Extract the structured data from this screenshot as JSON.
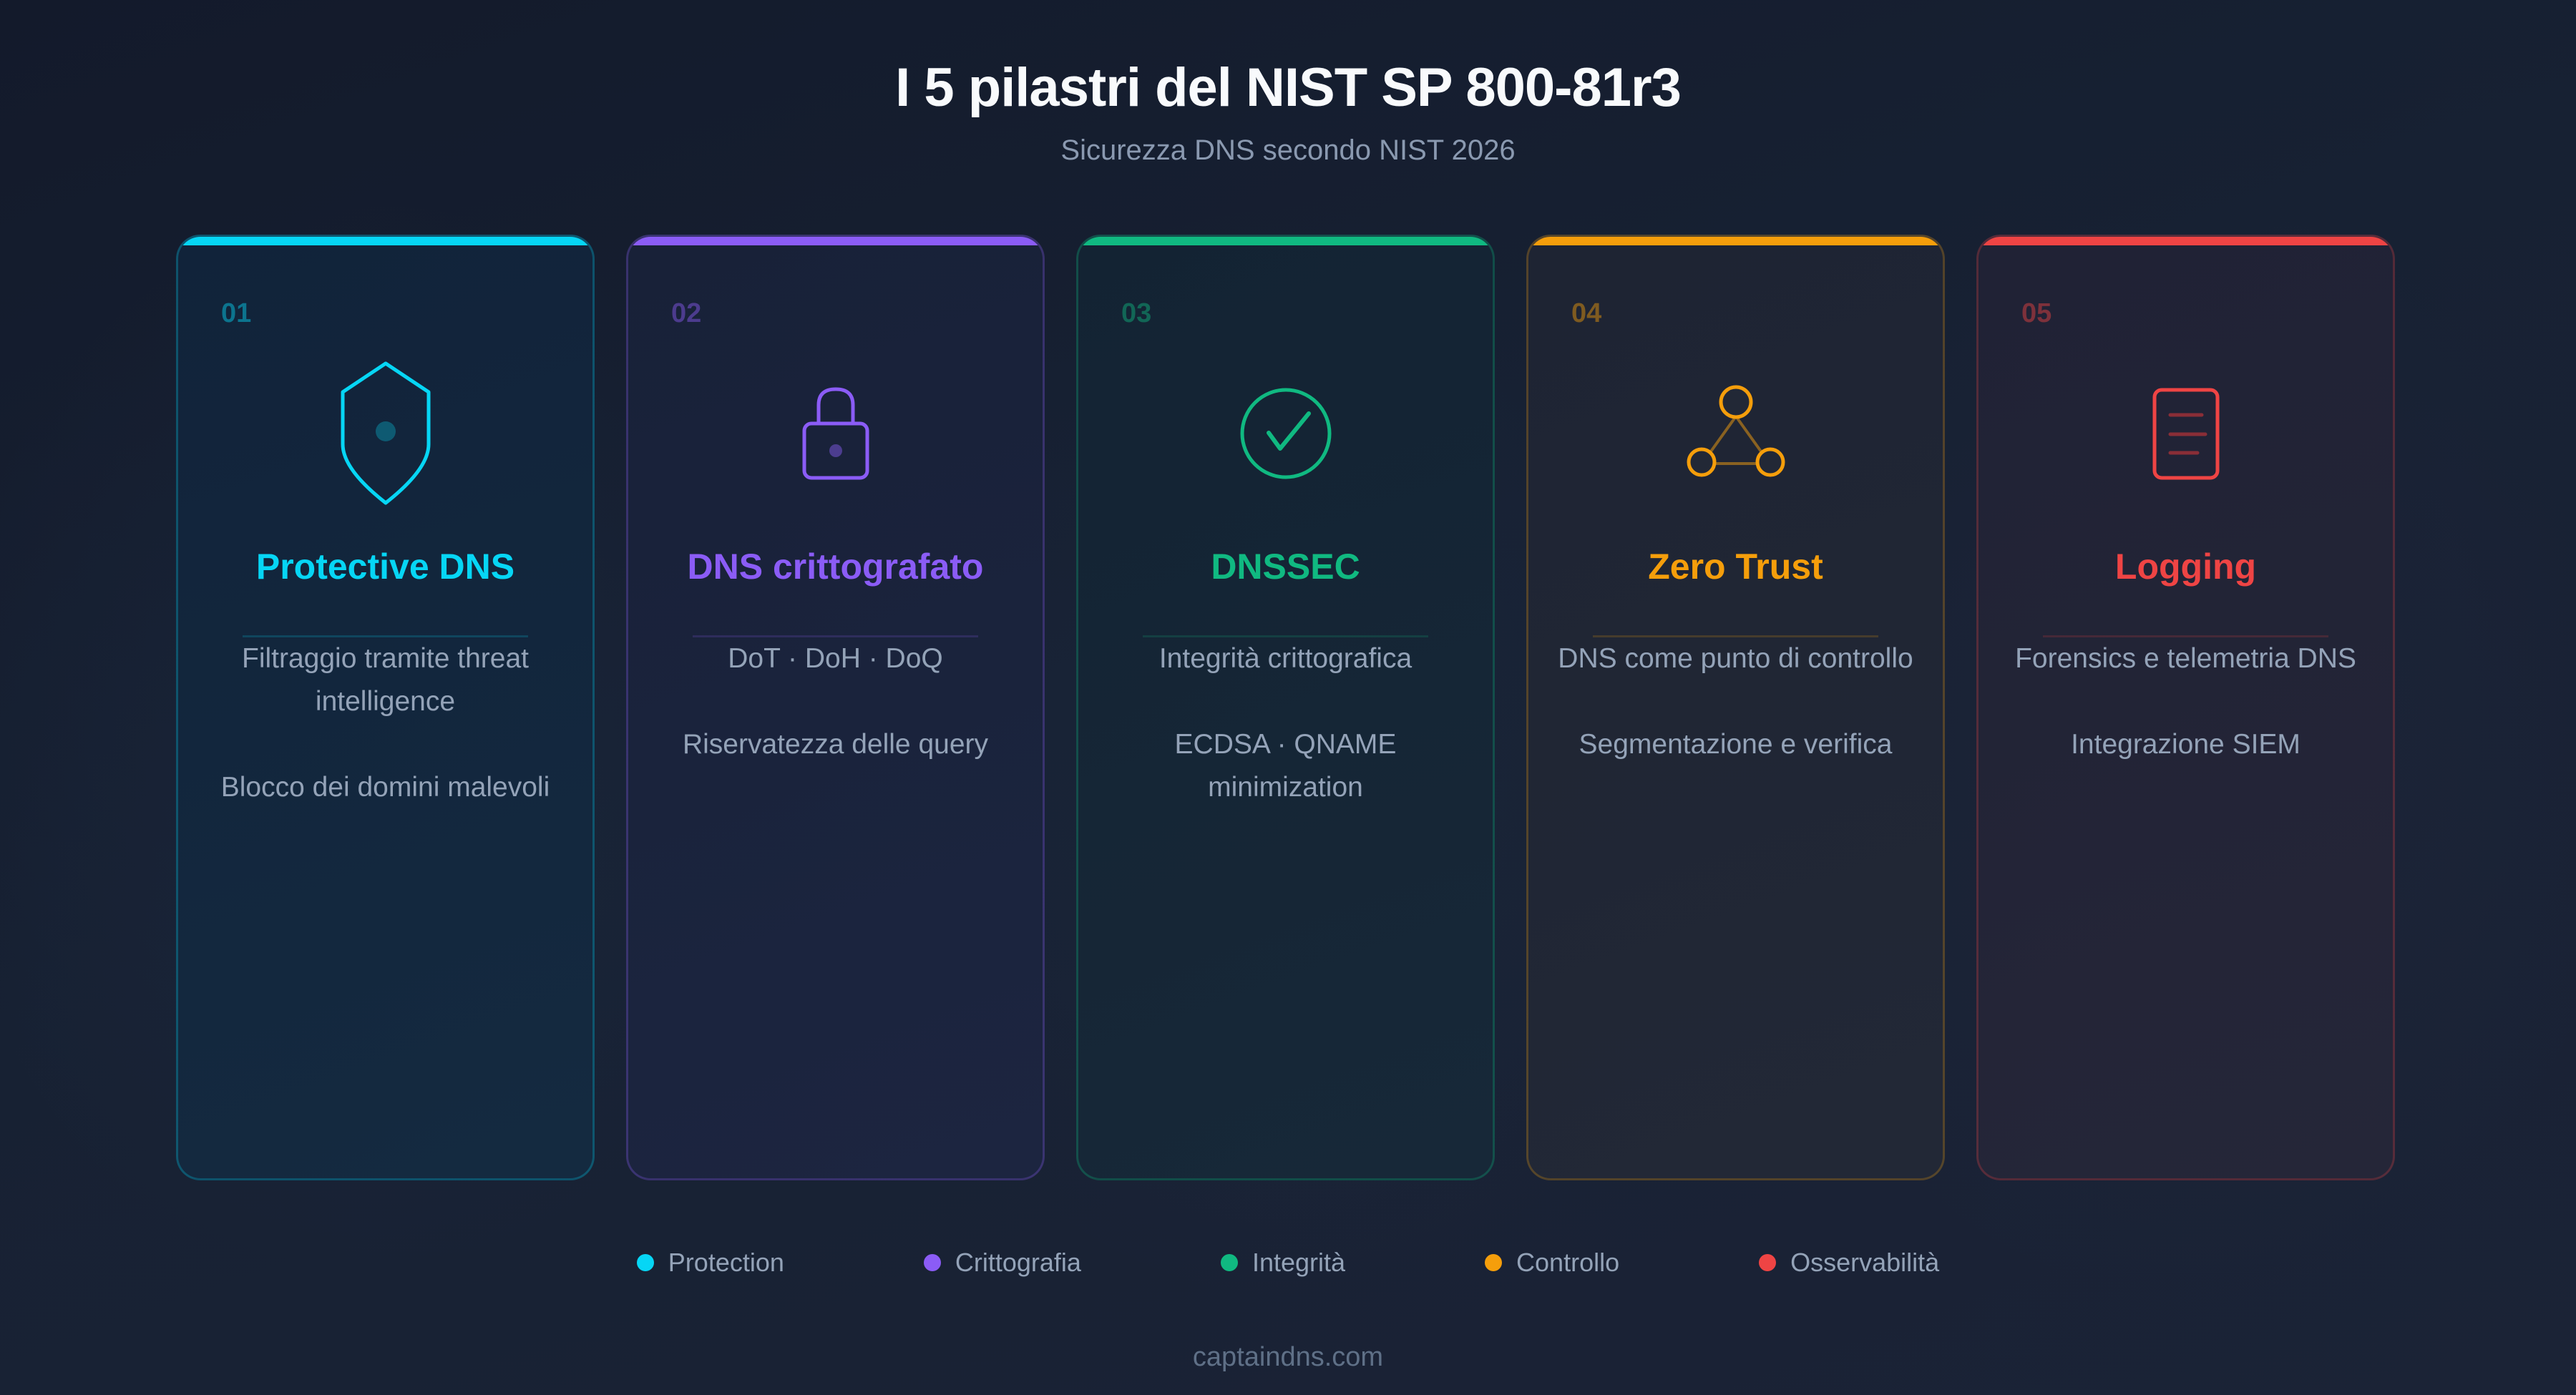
{
  "header": {
    "title": "I 5 pilastri del NIST SP 800-81r3",
    "subtitle": "Sicurezza DNS secondo NIST 2026"
  },
  "colors": {
    "protection": "#06d6f5",
    "crittografia": "#8b5cf6",
    "integrita": "#10b981",
    "controllo": "#f59e0b",
    "osservabilita": "#ef4444"
  },
  "pillars": [
    {
      "number": "01",
      "icon": "shield-icon",
      "title": "Protective DNS",
      "color": "#06d6f5",
      "paragraphs": [
        "Filtraggio tramite threat intelligence",
        "Blocco dei domini malevoli"
      ]
    },
    {
      "number": "02",
      "icon": "lock-icon",
      "title": "DNS crittografato",
      "color": "#8b5cf6",
      "paragraphs": [
        "DoT · DoH · DoQ",
        "Riservatezza delle query"
      ]
    },
    {
      "number": "03",
      "icon": "check-circle-icon",
      "title": "DNSSEC",
      "color": "#10b981",
      "paragraphs": [
        "Integrità crittografica",
        "ECDSA · QNAME minimization"
      ]
    },
    {
      "number": "04",
      "icon": "network-nodes-icon",
      "title": "Zero Trust",
      "color": "#f59e0b",
      "paragraphs": [
        "DNS come punto di controllo",
        "Segmentazione e verifica"
      ]
    },
    {
      "number": "05",
      "icon": "document-log-icon",
      "title": "Logging",
      "color": "#ef4444",
      "paragraphs": [
        "Forensics e telemetria DNS",
        "Integrazione SIEM"
      ]
    }
  ],
  "legend": [
    {
      "label": "Protection",
      "color": "#06d6f5"
    },
    {
      "label": "Crittografia",
      "color": "#8b5cf6"
    },
    {
      "label": "Integrità",
      "color": "#10b981"
    },
    {
      "label": "Controllo",
      "color": "#f59e0b"
    },
    {
      "label": "Osservabilità",
      "color": "#ef4444"
    }
  ],
  "footer": {
    "text": "captaindns.com"
  }
}
